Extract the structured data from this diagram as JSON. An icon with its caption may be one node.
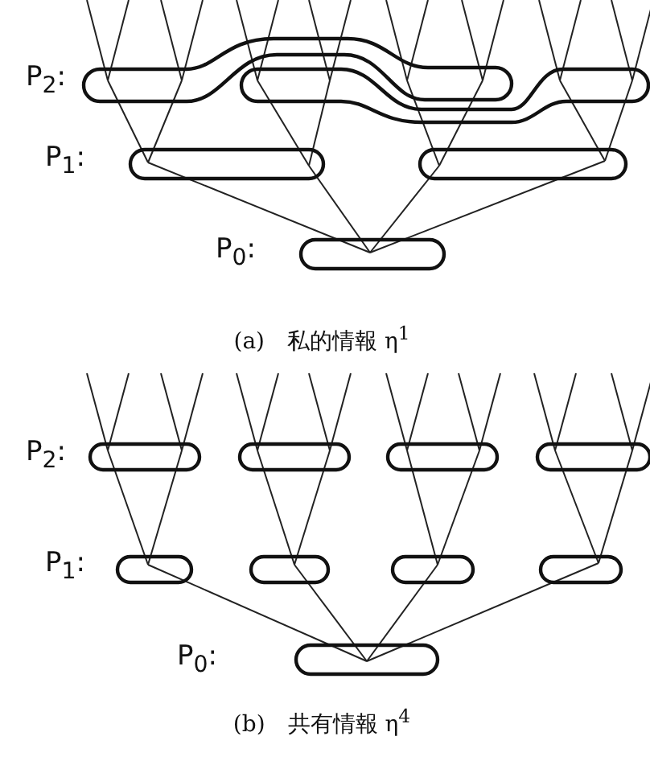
{
  "diagram": {
    "nodes": [
      {
        "text": [],
        "shape": "bar"
      },
      {
        "text": [],
        "shape": "bar"
      },
      {
        "text": [],
        "shape": "bar"
      },
      {
        "text": [],
        "shape": "bar"
      },
      {
        "text": [],
        "shape": "bar"
      },
      {
        "text": [],
        "shape": "bar"
      },
      {
        "text": [],
        "shape": "bar"
      },
      {
        "text": [],
        "shape": "bar"
      },
      {
        "text": [],
        "shape": "bar"
      },
      {
        "text": [],
        "shape": "bar"
      },
      {
        "text": [],
        "shape": "bar"
      },
      {
        "text": [],
        "shape": "bar"
      },
      {
        "text": [],
        "shape": "bar"
      },
      {
        "text": [],
        "shape": "bar"
      }
    ],
    "edges": [
      {
        "from": 4,
        "to": 2,
        "arrow": "none"
      },
      {
        "from": 4,
        "to": 2,
        "arrow": "none"
      },
      {
        "from": 4,
        "to": 3,
        "arrow": "none"
      },
      {
        "from": 4,
        "to": 3,
        "arrow": "none"
      },
      {
        "from": 2,
        "to": 0,
        "arrow": "none"
      },
      {
        "from": 2,
        "to": 0,
        "arrow": "none"
      },
      {
        "from": 2,
        "to": 1,
        "arrow": "none"
      },
      {
        "from": 2,
        "to": 1,
        "arrow": "none"
      },
      {
        "from": 3,
        "to": 0,
        "arrow": "none"
      },
      {
        "from": 3,
        "to": 0,
        "arrow": "none"
      },
      {
        "from": 3,
        "to": 1,
        "arrow": "none"
      },
      {
        "from": 3,
        "to": 1,
        "arrow": "none"
      },
      {
        "from": 13,
        "to": 9,
        "arrow": "none"
      },
      {
        "from": 13,
        "to": 10,
        "arrow": "none"
      },
      {
        "from": 13,
        "to": 11,
        "arrow": "none"
      },
      {
        "from": 13,
        "to": 12,
        "arrow": "none"
      },
      {
        "from": 9,
        "to": 5,
        "arrow": "none"
      },
      {
        "from": 9,
        "to": 5,
        "arrow": "none"
      },
      {
        "from": 10,
        "to": 6,
        "arrow": "none"
      },
      {
        "from": 10,
        "to": 6,
        "arrow": "none"
      },
      {
        "from": 11,
        "to": 7,
        "arrow": "none"
      },
      {
        "from": 11,
        "to": 7,
        "arrow": "none"
      },
      {
        "from": 12,
        "to": 8,
        "arrow": "none"
      },
      {
        "from": 12,
        "to": 8,
        "arrow": "none"
      }
    ],
    "labels": [
      "P$_{2}$:",
      "P$_{1}$:",
      "P$_{0}$:",
      "(a)　私的情報 η$^{1}$",
      "P$_{2}$:",
      "P$_{1}$:",
      "P$_{0}$:",
      "(b)　共有情報 η$^{4}$"
    ]
  }
}
